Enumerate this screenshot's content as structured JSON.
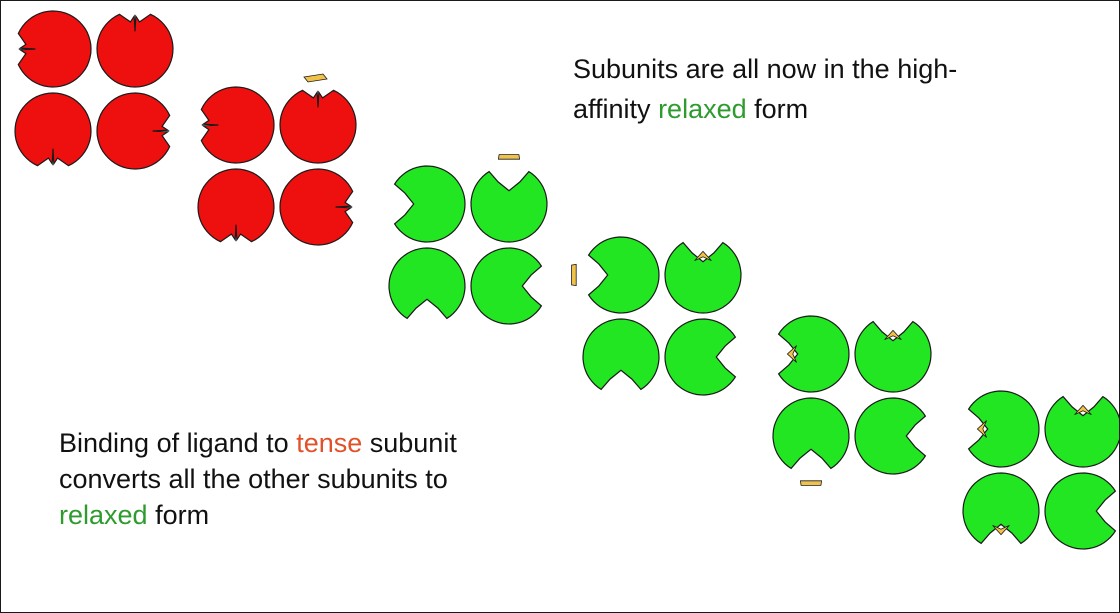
{
  "captions": {
    "top": {
      "line1": "Subunits are all now in the high-",
      "line2_pre": "affinity ",
      "line2_hl": "relaxed",
      "line2_post": " form"
    },
    "bottom": {
      "line1_pre": "Binding of ligand to ",
      "line1_hl": "tense",
      "line1_post": " subunit",
      "line2": "converts all the other subunits to",
      "line3_hl": "relaxed",
      "line3_post": " form"
    }
  },
  "colors": {
    "tense": "#ee0f0f",
    "relaxed": "#22e622",
    "ligand": "#f0c24a",
    "outline": "#1a1a1a",
    "highlight_relaxed": "#2e9b2e",
    "highlight_tense": "#e0522a"
  },
  "tetramers": [
    {
      "state": "tense",
      "ligands": []
    },
    {
      "state": "tense",
      "ligands": []
    },
    {
      "state": "relaxed",
      "ligands": [
        "top-right"
      ]
    },
    {
      "state": "relaxed",
      "ligands": [
        "top-left",
        "top-right"
      ]
    },
    {
      "state": "relaxed",
      "ligands": [
        "top-left",
        "top-right",
        "bottom-left"
      ]
    },
    {
      "state": "relaxed",
      "ligands": [
        "top-left",
        "top-right",
        "bottom-left",
        "bottom-right"
      ]
    }
  ]
}
